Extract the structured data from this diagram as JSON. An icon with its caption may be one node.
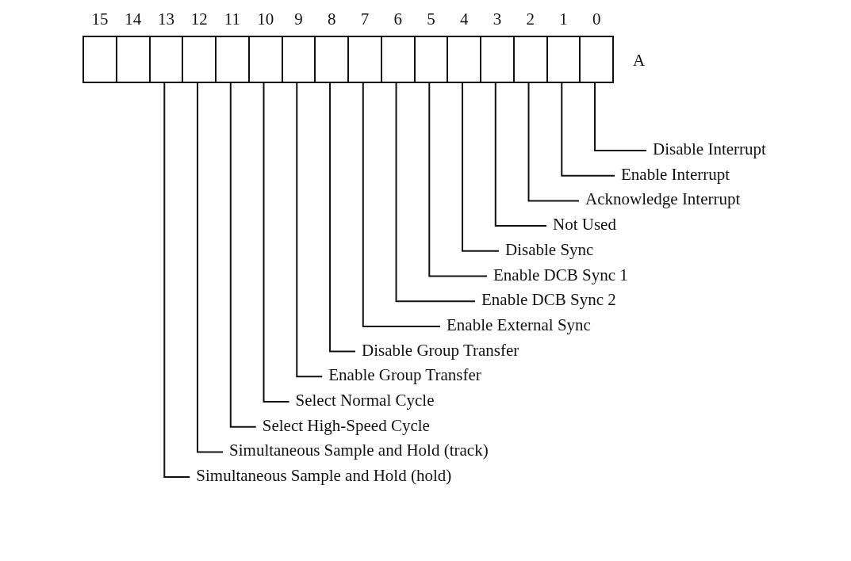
{
  "diagram": {
    "nodes": [
      {
        "text": [],
        "shape": "box"
      },
      {
        "text": [],
        "shape": "box"
      },
      {
        "text": [],
        "shape": "box"
      },
      {
        "text": [],
        "shape": "box"
      },
      {
        "text": [],
        "shape": "box"
      },
      {
        "text": [],
        "shape": "box"
      },
      {
        "text": [],
        "shape": "box"
      },
      {
        "text": [],
        "shape": "box"
      },
      {
        "text": [],
        "shape": "box"
      },
      {
        "text": [],
        "shape": "box"
      },
      {
        "text": [],
        "shape": "box"
      },
      {
        "text": [],
        "shape": "box"
      },
      {
        "text": [],
        "shape": "box"
      },
      {
        "text": [],
        "shape": "box"
      },
      {
        "text": [],
        "shape": "box"
      },
      {
        "text": [],
        "shape": "box"
      },
      {
        "text": [
          "Disable Interrupt"
        ]
      },
      {
        "text": [
          "Enable Interrupt"
        ]
      },
      {
        "text": [
          "Acknowledge Interrupt"
        ]
      },
      {
        "text": [
          "Not Used"
        ]
      },
      {
        "text": [
          "Disable Sync"
        ]
      },
      {
        "text": [
          "Enable DCB Sync 1"
        ]
      },
      {
        "text": [
          "Enable DCB Sync 2"
        ]
      },
      {
        "text": [
          "Enable External Sync"
        ]
      },
      {
        "text": [
          "Disable Group Transfer"
        ]
      },
      {
        "text": [
          "Enable Group Transfer"
        ]
      },
      {
        "text": [
          "Select Normal Cycle"
        ]
      },
      {
        "text": [
          "Select High-Speed Cycle"
        ]
      },
      {
        "text": [
          "Simultaneous Sample and Hold (track)"
        ]
      },
      {
        "text": [
          "Simultaneous Sample and Hold (hold)"
        ]
      }
    ],
    "edges": [
      {
        "from": 16,
        "to": 15,
        "arrow": "none"
      },
      {
        "from": 17,
        "to": 14,
        "arrow": "none"
      },
      {
        "from": 18,
        "to": 13,
        "arrow": "none"
      },
      {
        "from": 19,
        "to": 12,
        "arrow": "none"
      },
      {
        "from": 20,
        "to": 11,
        "arrow": "none"
      },
      {
        "from": 21,
        "to": 10,
        "arrow": "none"
      },
      {
        "from": 22,
        "to": 9,
        "arrow": "none"
      },
      {
        "from": 23,
        "to": 8,
        "arrow": "none"
      },
      {
        "from": 24,
        "to": 7,
        "arrow": "none"
      },
      {
        "from": 25,
        "to": 6,
        "arrow": "none"
      },
      {
        "from": 26,
        "to": 5,
        "arrow": "none"
      },
      {
        "from": 27,
        "to": 4,
        "arrow": "none"
      },
      {
        "from": 28,
        "to": 3,
        "arrow": "none"
      },
      {
        "from": 29,
        "to": 2,
        "arrow": "none"
      }
    ],
    "labels": [
      "15",
      "14",
      "13",
      "12",
      "11",
      "10",
      "9",
      "8",
      "7",
      "6",
      "5",
      "4",
      "3",
      "2",
      "1",
      "0",
      "A"
    ]
  }
}
